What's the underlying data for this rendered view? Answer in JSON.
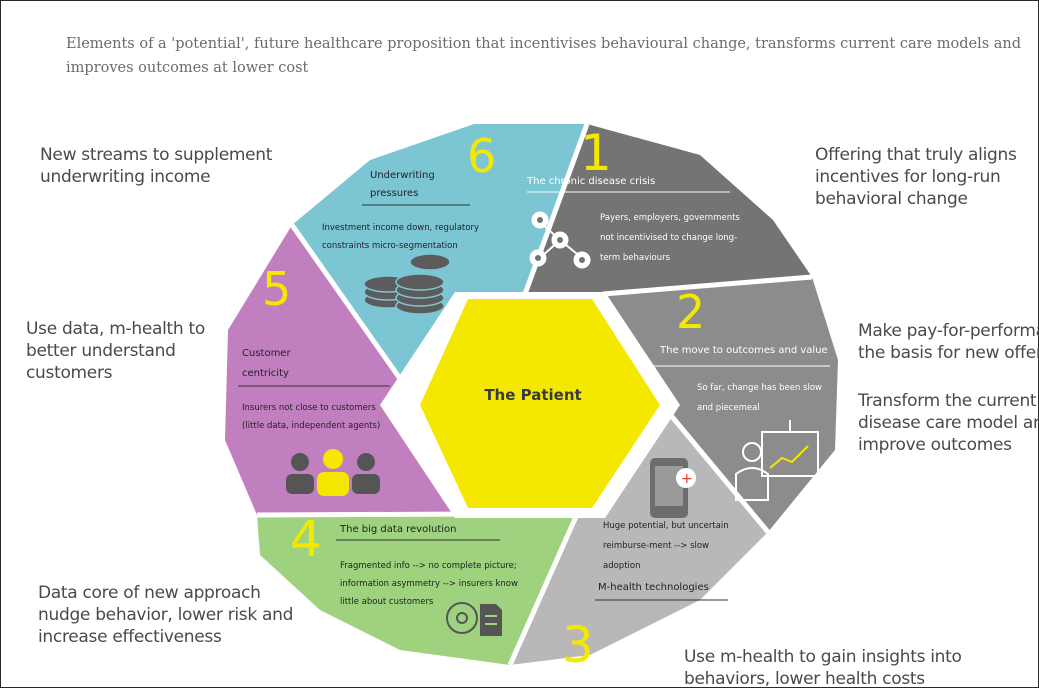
{
  "caption": "Elements of a 'potential', future healthcare proposition that incentivises behavioural change, transforms current care models and improves outcomes at lower cost",
  "center": {
    "label": "The Patient"
  },
  "segments": [
    {
      "number": "1",
      "title": "The chronic disease crisis",
      "body": [
        "Payers, employers, governments",
        "not incentivised to change long-",
        "term behaviours"
      ],
      "color": "#747474"
    },
    {
      "number": "2",
      "title": "The move to outcomes and value",
      "body": [
        "So far, change has been slow",
        "and piecemeal"
      ],
      "color": "#8c8c8c"
    },
    {
      "number": "3",
      "title": "M-health technologies",
      "body": [
        "Huge potential, but uncertain",
        "reimburse-ment --> slow",
        "adoption"
      ],
      "color": "#b8b8b8"
    },
    {
      "number": "4",
      "title": "The big data revolution",
      "body": [
        "Fragmented info --> no complete picture;",
        "information asymmetry --> insurers know",
        "little about customers"
      ],
      "color": "#9ed27e"
    },
    {
      "number": "5",
      "title": [
        "Customer",
        "centricity"
      ],
      "body": [
        "Insurers not close to customers",
        "(little data, independent agents)"
      ],
      "color": "#c27fc0"
    },
    {
      "number": "6",
      "title": [
        "Underwriting",
        "pressures"
      ],
      "body": [
        "Investment income down, regulatory",
        "constraints micro-segmentation"
      ],
      "color": "#7cc6d4"
    }
  ],
  "annotations": [
    "New streams to supplement underwriting income",
    "Offering that truly aligns incentives for long-run behavioral change",
    "Use data, m-health to better understand customers",
    "Make pay-for-performance the basis for new offerings",
    "Transform the current disease care model and improve outcomes",
    "Data core of new approach nudge behavior, lower risk and increase effectiveness",
    "Use m-health to gain insights into behaviors, lower health costs"
  ],
  "colors": {
    "highlight": "#f5e800",
    "text": "#4a4a4a"
  }
}
